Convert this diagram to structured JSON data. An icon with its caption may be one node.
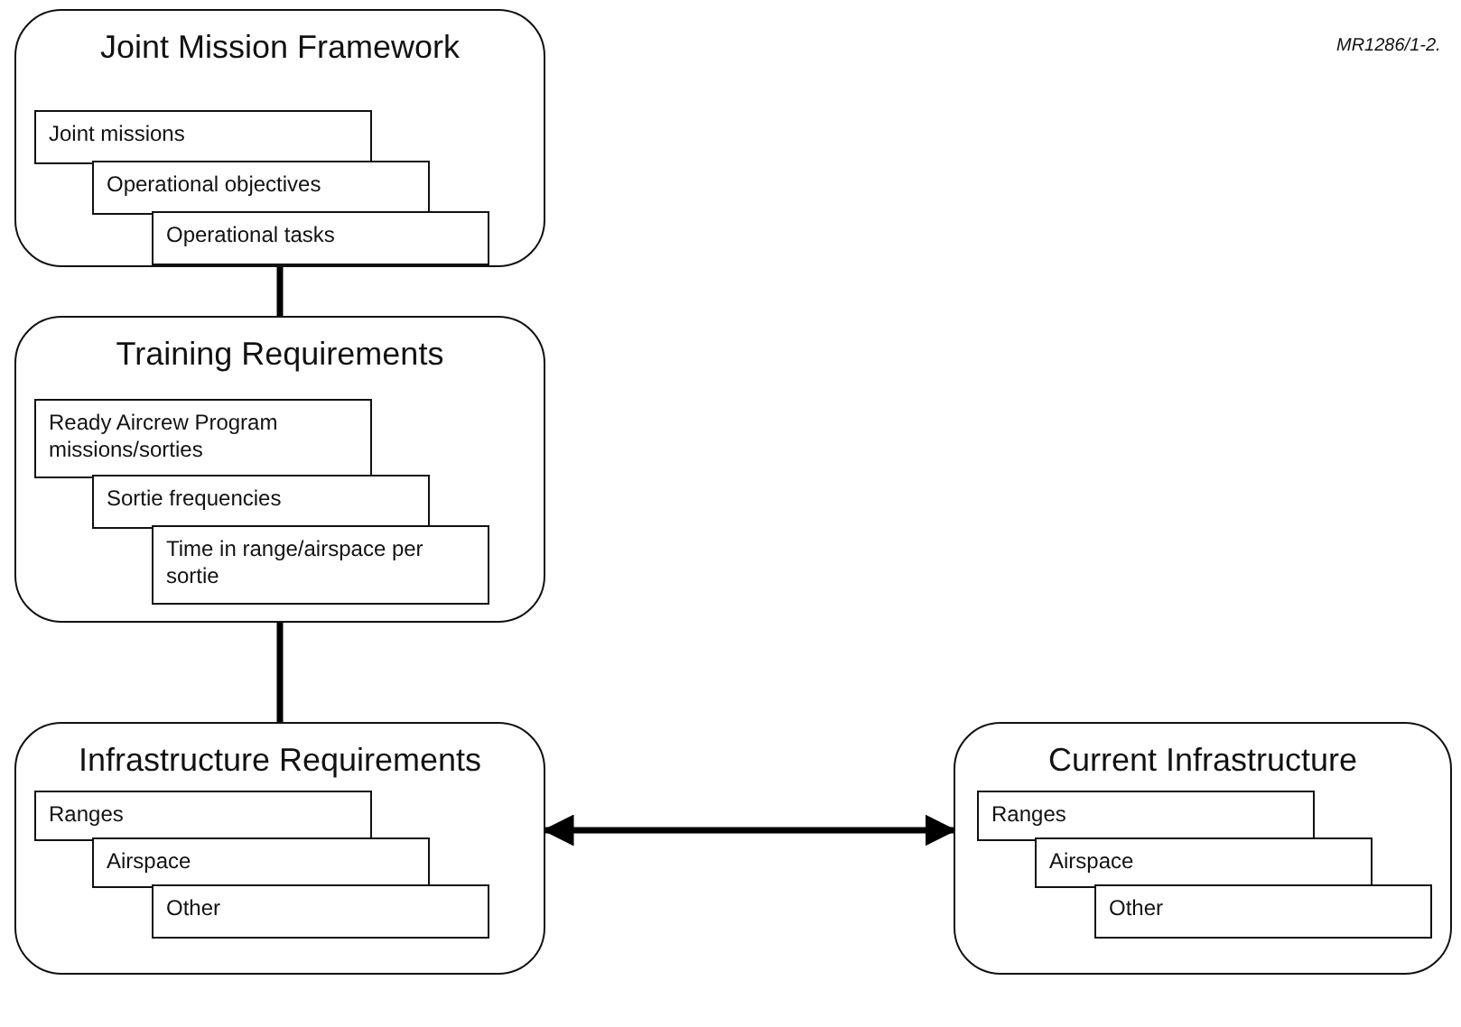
{
  "diagram": {
    "nodes": [
      {
        "text": [
          "Joint Mission Framework"
        ]
      },
      {
        "text": [
          "Joint missions"
        ],
        "in": 0
      },
      {
        "text": [
          "Operational objectives"
        ],
        "in": 0
      },
      {
        "text": [
          "Operational tasks"
        ],
        "in": 0
      },
      {
        "text": [
          "Training Requirements"
        ]
      },
      {
        "text": [
          "Ready Aircrew Program missions/sorties"
        ],
        "in": 4
      },
      {
        "text": [
          "Sortie frequencies"
        ],
        "in": 4
      },
      {
        "text": [
          "Time in range/airspace per sortie"
        ],
        "in": 4
      },
      {
        "text": [
          "Infrastructure Requirements"
        ]
      },
      {
        "text": [
          "Ranges"
        ],
        "in": 8
      },
      {
        "text": [
          "Airspace"
        ],
        "in": 8
      },
      {
        "text": [
          "Other"
        ],
        "in": 8
      },
      {
        "text": [
          "Current Infrastructure"
        ]
      },
      {
        "text": [
          "Ranges"
        ],
        "in": 12
      },
      {
        "text": [
          "Airspace"
        ],
        "in": 12
      },
      {
        "text": [
          "Other"
        ],
        "in": 12
      }
    ],
    "edges": [
      {
        "from": 0,
        "to": 4,
        "arrow": "none"
      },
      {
        "from": 4,
        "to": 8,
        "arrow": "none"
      },
      {
        "from": 8,
        "to": 12,
        "arrow": "both"
      }
    ],
    "labels": [
      "MR1286/1-2."
    ]
  }
}
